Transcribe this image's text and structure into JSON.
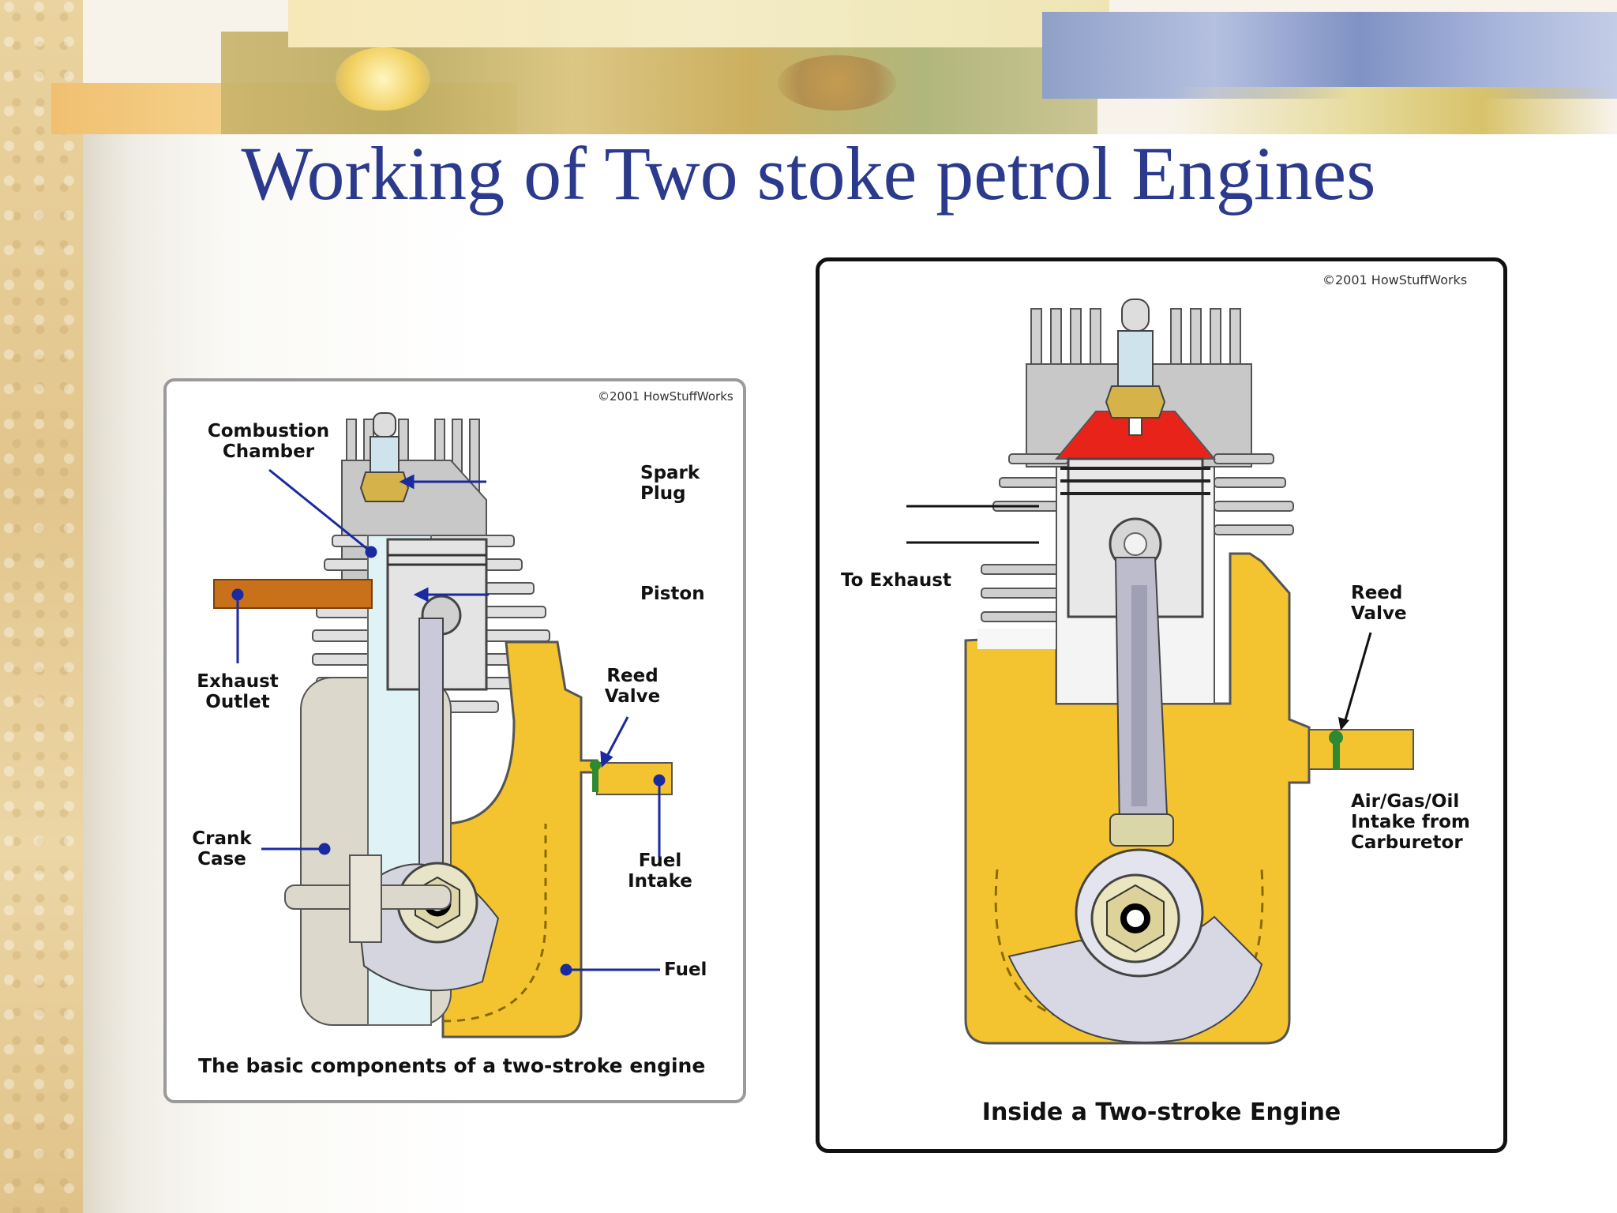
{
  "slide": {
    "title": "Working of Two stoke petrol Engines"
  },
  "left_diagram": {
    "copyright": "©2001 HowStuffWorks",
    "caption": "The basic components of a two-stroke engine",
    "labels": {
      "combustion_chamber": [
        "Combustion",
        "Chamber"
      ],
      "spark_plug": [
        "Spark",
        "Plug"
      ],
      "piston": "Piston",
      "exhaust_outlet": [
        "Exhaust",
        "Outlet"
      ],
      "reed_valve": [
        "Reed",
        "Valve"
      ],
      "crank_case": [
        "Crank",
        "Case"
      ],
      "fuel_intake": [
        "Fuel",
        "Intake"
      ],
      "fuel": "Fuel"
    }
  },
  "right_diagram": {
    "copyright": "©2001 HowStuffWorks",
    "caption": "Inside a Two-stroke Engine",
    "labels": {
      "to_exhaust": "To Exhaust",
      "reed_valve": [
        "Reed",
        "Valve"
      ],
      "air_gas_oil": [
        "Air/Gas/Oil",
        "Intake from",
        "Carburetor"
      ]
    }
  },
  "colors": {
    "title": "#2b3a8c",
    "fuel_yellow": "#f4c430",
    "combustion_red": "#e8241a",
    "exhaust_copper": "#c8701a",
    "leader_line": "#1a2aa0"
  }
}
